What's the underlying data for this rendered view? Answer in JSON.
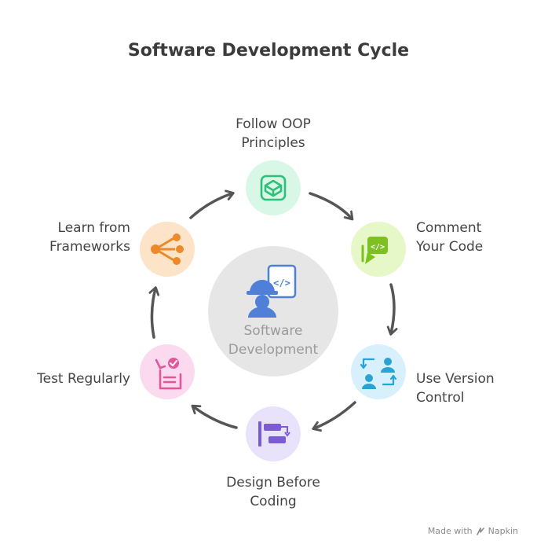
{
  "title": "Software Development Cycle",
  "center": {
    "line1": "Software",
    "line2": "Development"
  },
  "steps": [
    {
      "line1": "Follow OOP",
      "line2": "Principles",
      "color": "#d9f7e6",
      "icon_color": "#2cc07a",
      "icon": "codepen-cube-icon"
    },
    {
      "line1": "Comment",
      "line2": "Your Code",
      "color": "#e6f8c8",
      "icon_color": "#7cc021",
      "icon": "code-chat-icon"
    },
    {
      "line1": "Use Version",
      "line2": "Control",
      "color": "#d7f0fb",
      "icon_color": "#2aa3d4",
      "icon": "user-exchange-icon"
    },
    {
      "line1": "Design Before",
      "line2": "Coding",
      "color": "#e9e2fb",
      "icon_color": "#7c5bd6",
      "icon": "flowchart-icon"
    },
    {
      "line1": "Test Regularly",
      "line2": "",
      "color": "#fbd9ef",
      "icon_color": "#e2579b",
      "icon": "checklist-hand-icon"
    },
    {
      "line1": "Learn from",
      "line2": "Frameworks",
      "color": "#fde3c7",
      "icon_color": "#ec8a2a",
      "icon": "share-nodes-icon"
    }
  ],
  "footer": {
    "made_with": "Made with",
    "brand": "Napkin"
  }
}
